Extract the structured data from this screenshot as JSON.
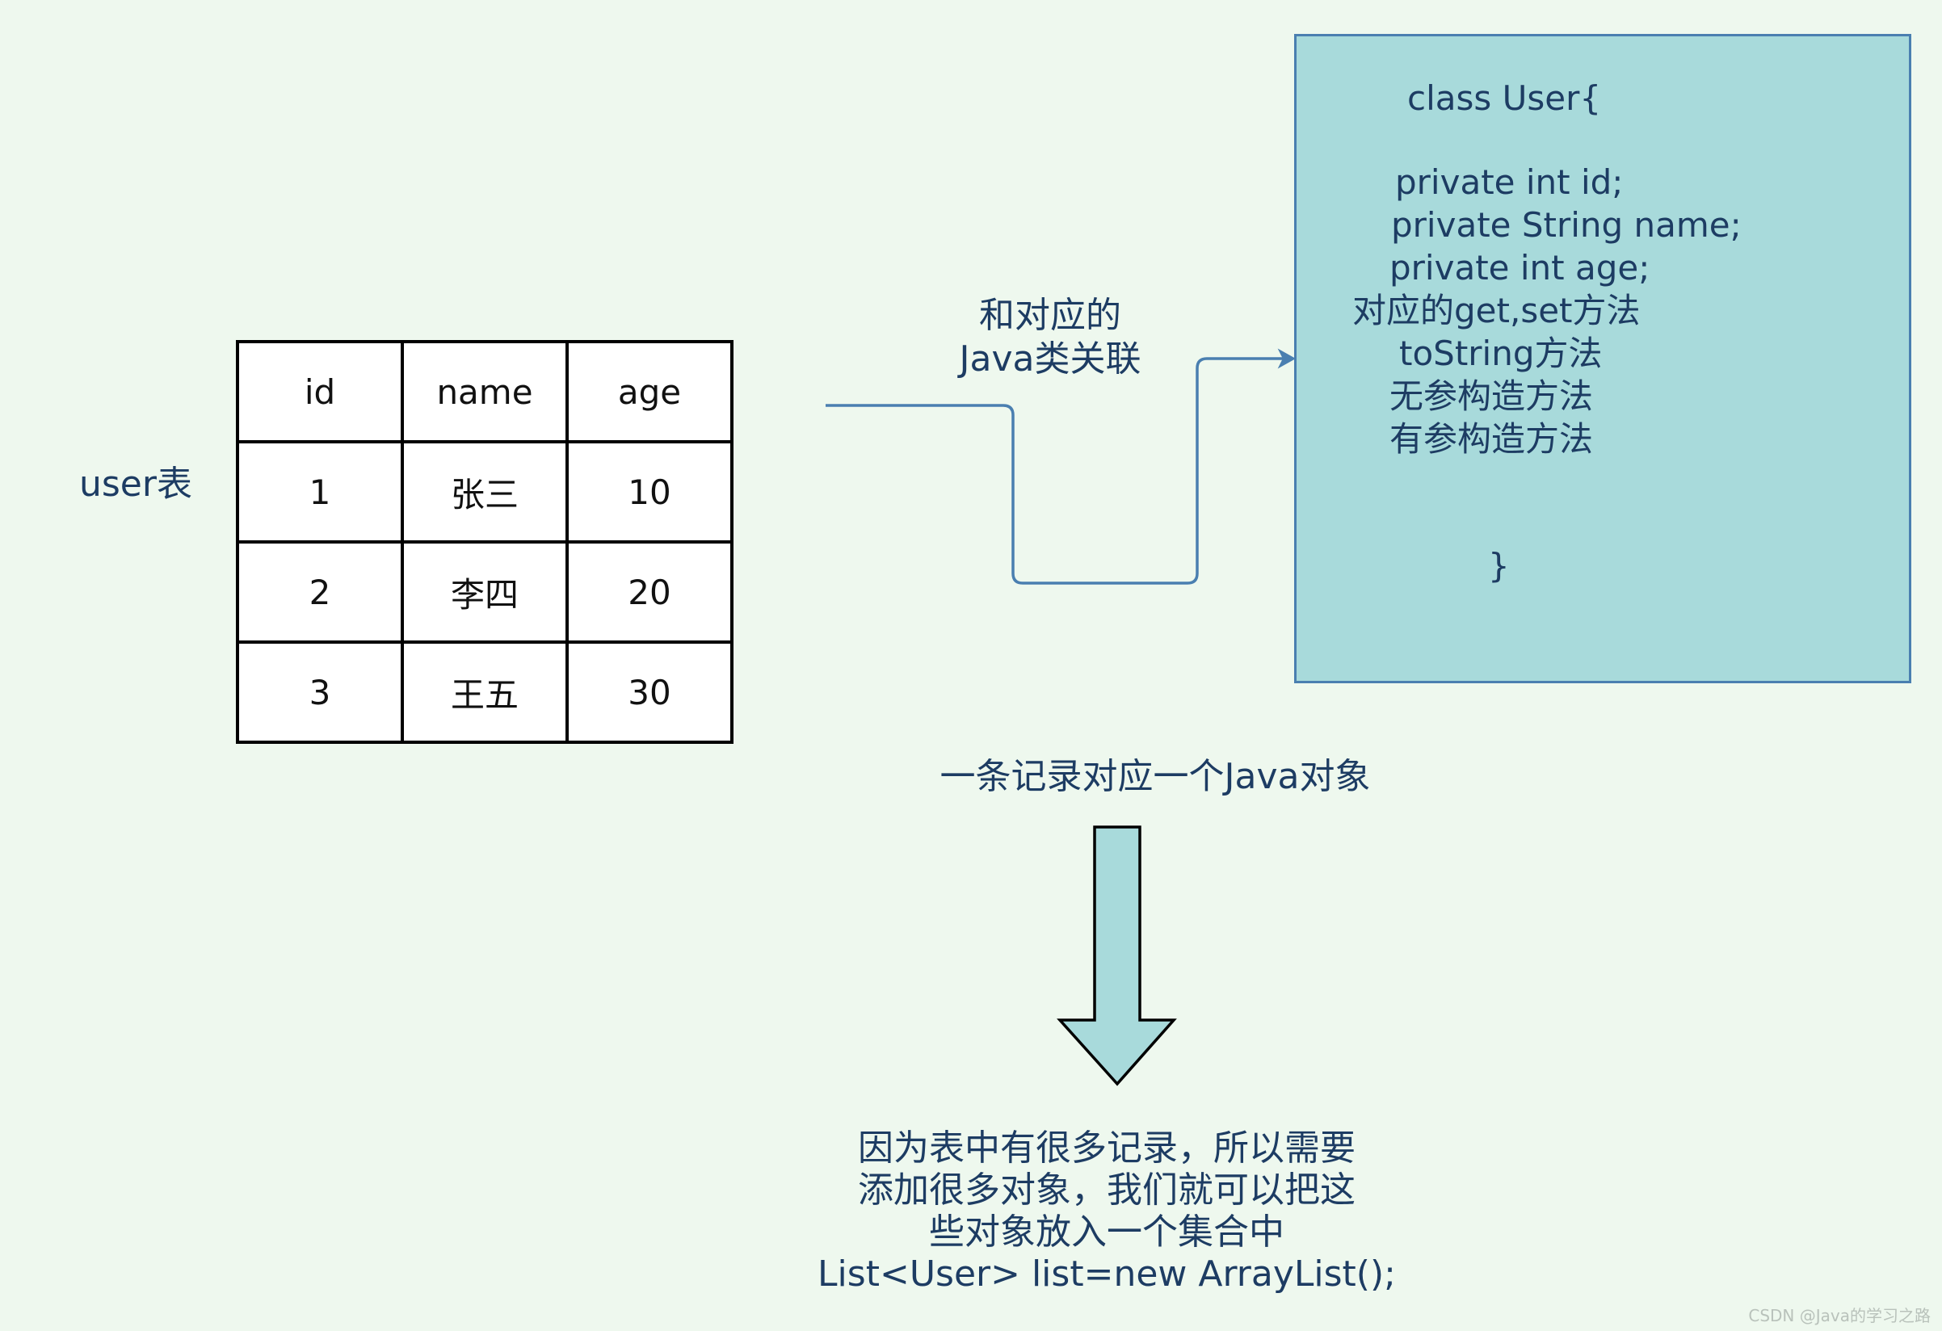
{
  "table_label": "user表",
  "table": {
    "headers": [
      "id",
      "name",
      "age"
    ],
    "rows": [
      [
        "1",
        "张三",
        "10"
      ],
      [
        "2",
        "李四",
        "20"
      ],
      [
        "3",
        "王五",
        "30"
      ]
    ]
  },
  "connector_label": "和对应的\nJava类关联",
  "class_box": {
    "lines": [
      "class User{",
      "private int id;",
      "private String name;",
      "private int age;",
      "对应的get,set方法",
      "toString方法",
      "无参构造方法",
      "有参构造方法",
      "}"
    ]
  },
  "record_caption": "一条记录对应一个Java对象",
  "list_caption": "因为表中有很多记录，所以需要\n添加很多对象，我们就可以把这\n些对象放入一个集合中\nList<User> list=new ArrayList();",
  "watermark": "CSDN @Java的学习之路",
  "colors": {
    "background": "#eef8ee",
    "class_box_fill": "#a8dadb",
    "class_box_border": "#4a7fb0",
    "connector": "#4a7fb0",
    "text": "#1d3c63"
  }
}
